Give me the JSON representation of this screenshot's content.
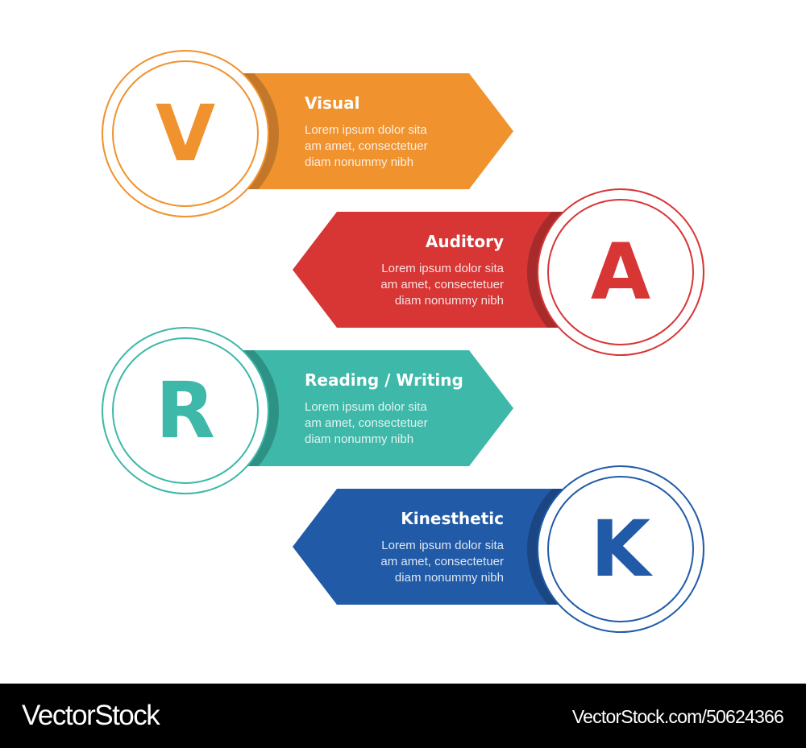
{
  "items": [
    {
      "letter": "V",
      "title": "Visual",
      "body": [
        "Lorem ipsum dolor sita",
        "am amet, consectetuer",
        "diam nonummy  nibh"
      ],
      "color": "#F0922E",
      "shade": "#C2772A",
      "side": "left"
    },
    {
      "letter": "A",
      "title": "Auditory",
      "body": [
        "Lorem ipsum dolor sita",
        "am amet, consectetuer",
        "diam nonummy  nibh"
      ],
      "color": "#D83535",
      "shade": "#A72B2B",
      "side": "right"
    },
    {
      "letter": "R",
      "title": "Reading / Writing",
      "body": [
        "Lorem ipsum dolor sita",
        "am amet, consectetuer",
        "diam nonummy  nibh"
      ],
      "color": "#3DB8A9",
      "shade": "#2E9185",
      "side": "left"
    },
    {
      "letter": "K",
      "title": "Kinesthetic",
      "body": [
        "Lorem ipsum dolor sita",
        "am amet, consectetuer",
        "diam nonummy  nibh"
      ],
      "color": "#215BA8",
      "shade": "#1A4684",
      "side": "right"
    }
  ],
  "footer": {
    "brand": "VectorStock",
    "url": "VectorStock.com/50624366"
  }
}
